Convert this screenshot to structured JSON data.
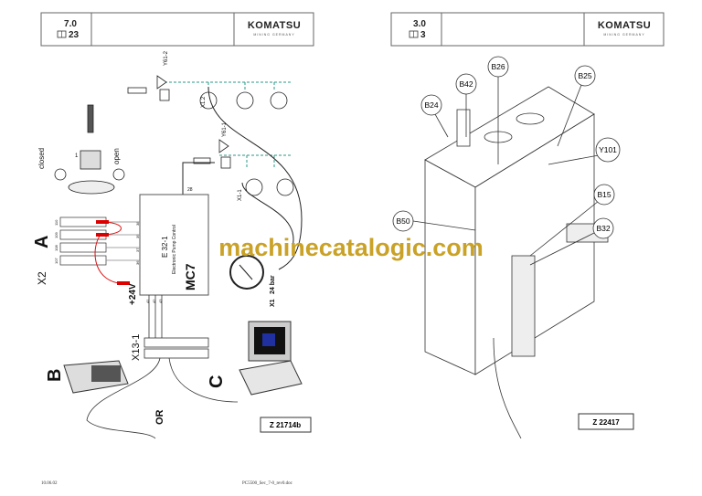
{
  "left_page": {
    "header": {
      "section": "7.0",
      "page": "23",
      "book_icon": "book-icon",
      "logo": "KOMATSU",
      "logo_sub": "MINING GERMANY"
    },
    "valve_labels": {
      "y61_2": "Y61-2",
      "x1_2": "X1.2",
      "y61_1": "Y61-1",
      "x1_1": "X1-1"
    },
    "ecu": {
      "id": "E 32-1",
      "desc": "Electronic Pump Control",
      "model": "MC7",
      "pin_28": "28",
      "pins": [
        "38",
        "39",
        "37",
        "36"
      ],
      "bottom_pins": [
        "41",
        "42",
        "43"
      ]
    },
    "terminal": {
      "label": "X2",
      "section": "A",
      "numbers": [
        "110",
        "109",
        "108",
        "107"
      ],
      "supply": "+24V"
    },
    "key_switch": {
      "closed": "closed",
      "open": "open",
      "pos_1": "1"
    },
    "gauge": {
      "label": "X1",
      "range": "24 bar"
    },
    "connector": "X13-1",
    "options": {
      "b": "B",
      "or": "OR",
      "c": "C"
    },
    "figure_ref": "Z 21714b"
  },
  "right_page": {
    "header": {
      "section": "3.0",
      "page": "3",
      "logo": "KOMATSU",
      "logo_sub": "MINING GERMANY"
    },
    "callouts": [
      "B26",
      "B42",
      "B25",
      "B24",
      "Y101",
      "B15",
      "B50",
      "B32"
    ],
    "figure_ref": "Z 22417"
  },
  "footer": {
    "date": "10.06.02",
    "file": "PC5500_Sec_7-0_rev0.doc"
  },
  "watermark": "machinecatalogic.com"
}
